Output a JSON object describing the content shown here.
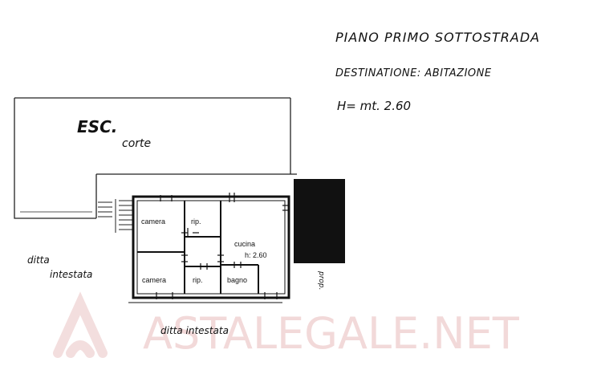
{
  "header": {
    "floor": "PIANO PRIMO SOTTOSTRADA",
    "destination": "DESTINATIONE: ABITAZIONE",
    "height": "H= mt. 2.60"
  },
  "exterior": {
    "esc": "ESC.",
    "courtyard": "corte",
    "left_owner_line1": "ditta",
    "left_owner_line2": "intestata",
    "bottom_owner": "ditta intestata",
    "side_note": "prop."
  },
  "rooms": {
    "bedroom_top": "camera",
    "storage_top": "rip.",
    "kitchen": "cucina",
    "kitchen_height": "h: 2.60",
    "bedroom_bottom": "camera",
    "storage_bottom": "rip.",
    "bathroom": "bagno"
  },
  "watermark": {
    "text": "ASTALEGALE.NET"
  }
}
